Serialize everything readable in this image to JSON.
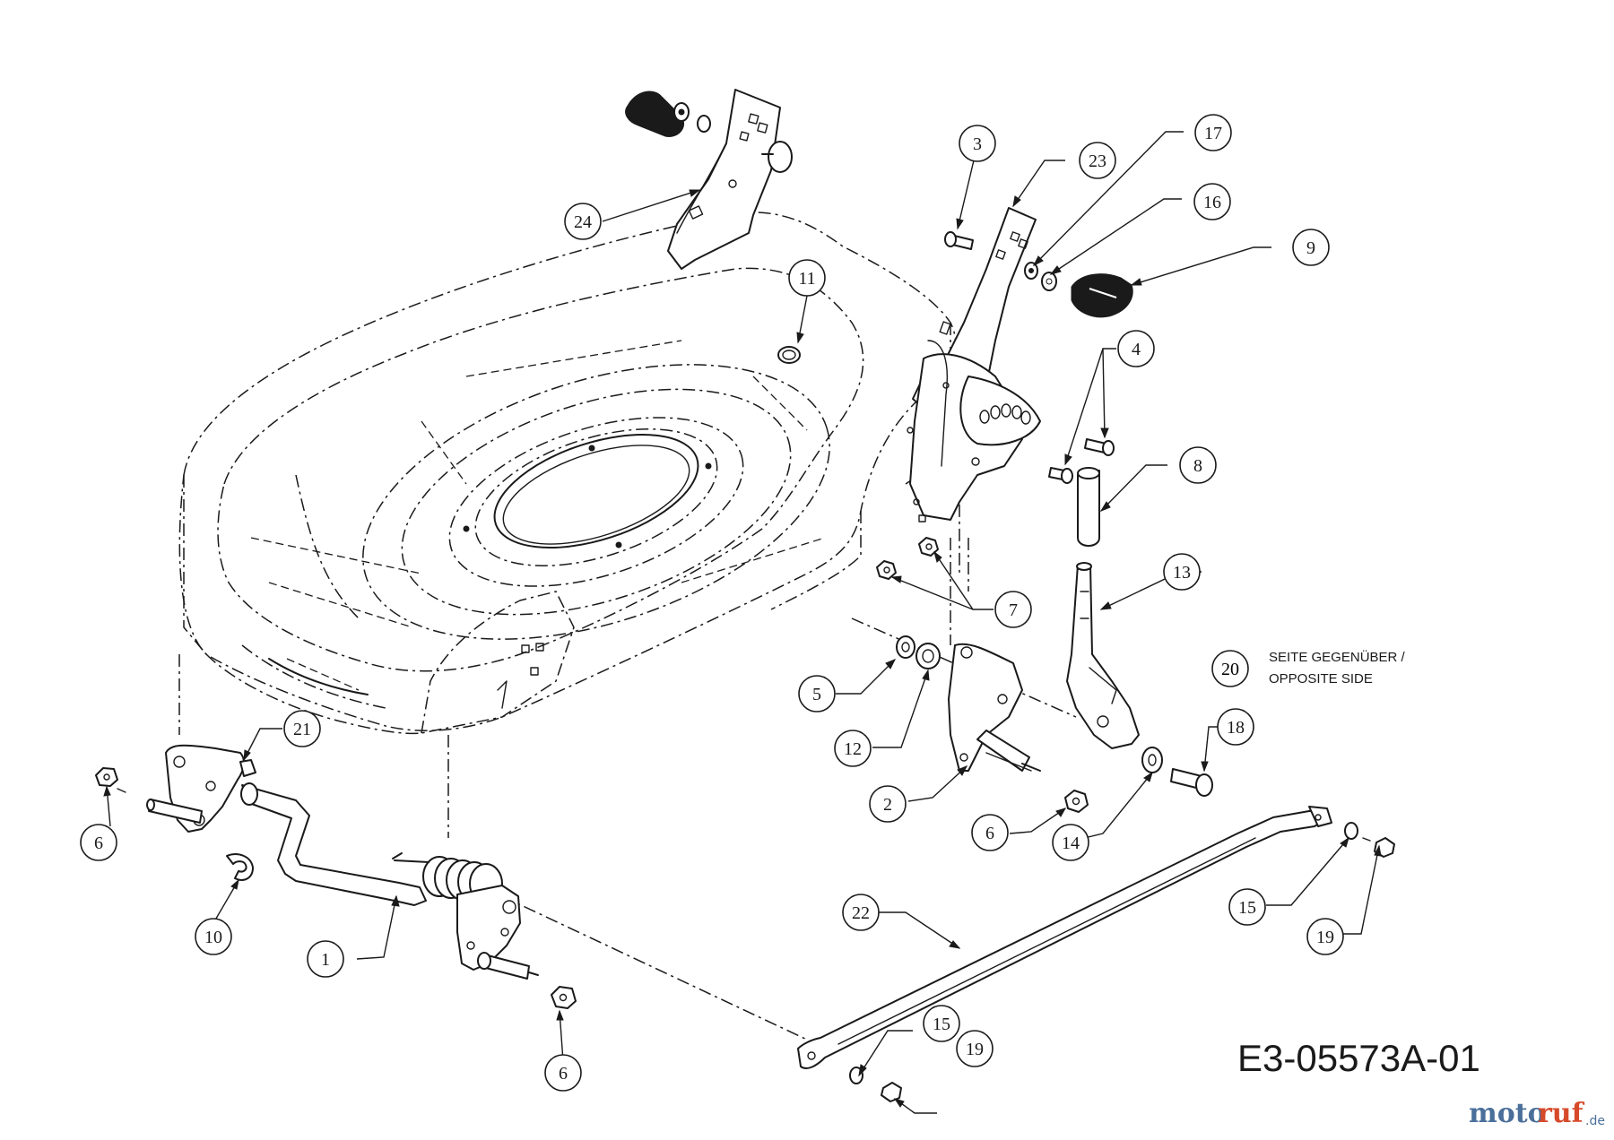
{
  "diagram": {
    "drawing_code": "E3-05573A-01",
    "side_note": {
      "number": "20",
      "line1": "SEITE GEGENÜBER /",
      "line2": "OPPOSITE SIDE"
    },
    "watermark": {
      "brand_a": "moto",
      "brand_b": "ruf",
      "suffix": ".de"
    },
    "callouts": [
      {
        "id": "c1",
        "label": "1"
      },
      {
        "id": "c2",
        "label": "2"
      },
      {
        "id": "c3",
        "label": "3"
      },
      {
        "id": "c4",
        "label": "4"
      },
      {
        "id": "c5",
        "label": "5"
      },
      {
        "id": "c6a",
        "label": "6"
      },
      {
        "id": "c6b",
        "label": "6"
      },
      {
        "id": "c6c",
        "label": "6"
      },
      {
        "id": "c7",
        "label": "7"
      },
      {
        "id": "c8",
        "label": "8"
      },
      {
        "id": "c9",
        "label": "9"
      },
      {
        "id": "c10",
        "label": "10"
      },
      {
        "id": "c11",
        "label": "11"
      },
      {
        "id": "c12",
        "label": "12"
      },
      {
        "id": "c13",
        "label": "13"
      },
      {
        "id": "c14",
        "label": "14"
      },
      {
        "id": "c15a",
        "label": "15"
      },
      {
        "id": "c15b",
        "label": "15"
      },
      {
        "id": "c16",
        "label": "16"
      },
      {
        "id": "c17",
        "label": "17"
      },
      {
        "id": "c18",
        "label": "18"
      },
      {
        "id": "c19a",
        "label": "19"
      },
      {
        "id": "c19b",
        "label": "19"
      },
      {
        "id": "c21",
        "label": "21"
      },
      {
        "id": "c22",
        "label": "22"
      },
      {
        "id": "c23",
        "label": "23"
      },
      {
        "id": "c24",
        "label": "24"
      }
    ]
  }
}
